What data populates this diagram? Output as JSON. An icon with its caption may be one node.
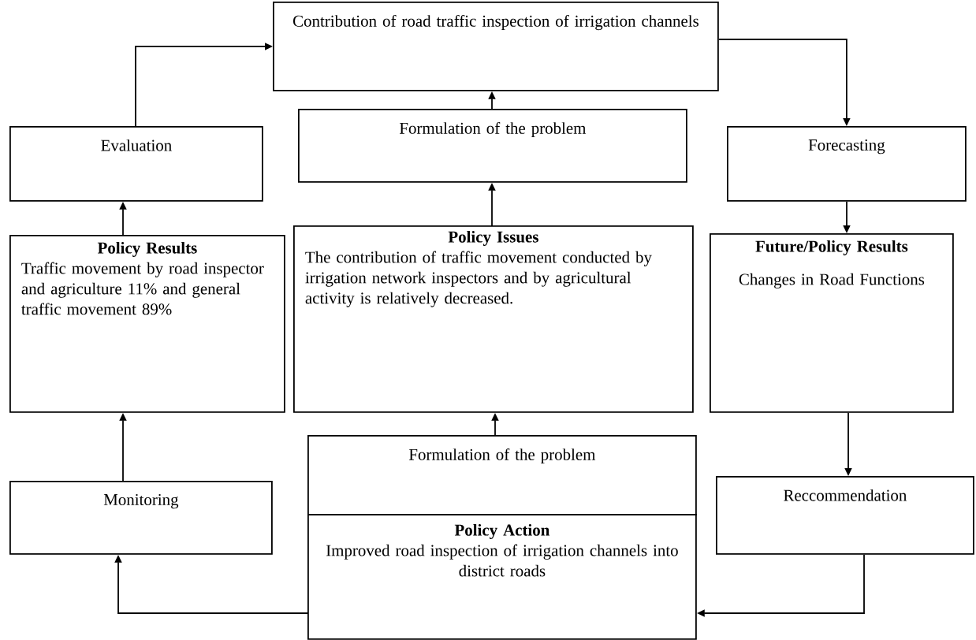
{
  "diagram": {
    "nodes": [
      {
        "text": [
          "Contribution of road traffic inspection of irrigation channels"
        ]
      },
      {
        "text": [
          "Evaluation"
        ]
      },
      {
        "text": [
          "Formulation of the problem"
        ]
      },
      {
        "text": [
          "Forecasting"
        ]
      },
      {
        "text": [
          "Policy Results",
          "Traffic movement by road inspector and agriculture 11% and general traffic movement 89%"
        ]
      },
      {
        "text": [
          "Policy Issues",
          "The contribution of traffic movement conducted by irrigation network inspectors and by agricultural activity is relatively decreased."
        ]
      },
      {
        "text": [
          "Future/Policy Results",
          "Changes in Road Functions"
        ]
      },
      {
        "text": [
          "Monitoring"
        ]
      },
      {
        "text": [
          "Formulation of the problem"
        ]
      },
      {
        "text": [
          "Policy Action",
          "Improved road inspection of irrigation channels into district roads"
        ]
      },
      {
        "text": [
          "Reccommendation"
        ]
      }
    ],
    "edges": [
      {
        "from": 1,
        "to": 0,
        "arrow": "to"
      },
      {
        "from": 0,
        "to": 3,
        "arrow": "to"
      },
      {
        "from": 2,
        "to": 0,
        "arrow": "to"
      },
      {
        "from": 5,
        "to": 2,
        "arrow": "to"
      },
      {
        "from": 3,
        "to": 6,
        "arrow": "to"
      },
      {
        "from": 4,
        "to": 1,
        "arrow": "to"
      },
      {
        "from": 8,
        "to": 5,
        "arrow": "to"
      },
      {
        "from": 6,
        "to": 10,
        "arrow": "to"
      },
      {
        "from": 10,
        "to": 9,
        "arrow": "to"
      },
      {
        "from": 9,
        "to": 7,
        "arrow": "to"
      },
      {
        "from": 7,
        "to": 4,
        "arrow": "to"
      }
    ]
  }
}
